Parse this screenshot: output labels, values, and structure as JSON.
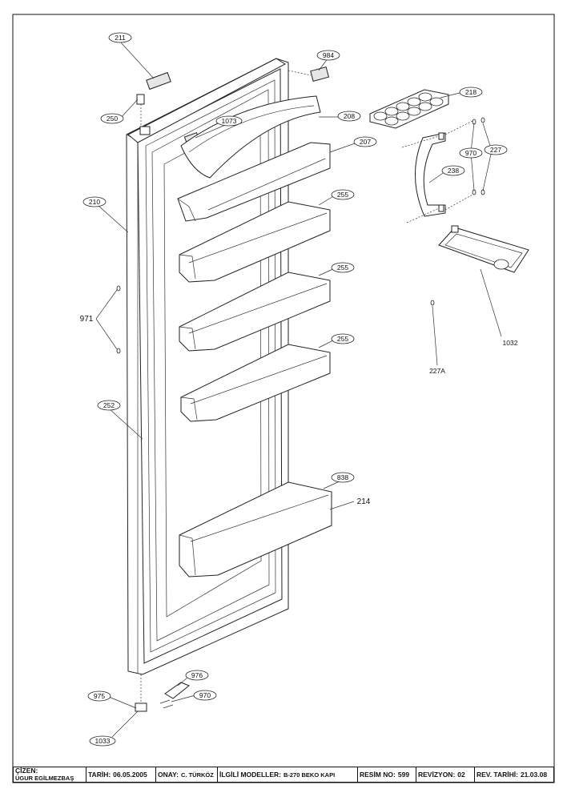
{
  "labels": {
    "p211": "211",
    "p984": "984",
    "p250": "250",
    "p1073": "1073",
    "p208": "208",
    "p218": "218",
    "p207": "207",
    "p970a": "970",
    "p227": "227",
    "p238": "238",
    "p210": "210",
    "p255a": "255",
    "p255b": "255",
    "p255c": "255",
    "p971": "971",
    "p1032": "1032",
    "p227A": "227A",
    "p252": "252",
    "p838": "838",
    "p214": "214",
    "p976": "976",
    "p975": "975",
    "p970b": "970",
    "p1033": "1033"
  },
  "title_block": {
    "cizen_label": "ÇİZEN:",
    "cizen_value": "ÜGUR EGİLMEZBAŞ",
    "tarih_label": "TARİH:",
    "tarih_value": "06.05.2005",
    "onay_label": "ONAY:",
    "onay_value": "C. TÜRKÖZ",
    "modeller_label": "İLGİLİ MODELLER:",
    "modeller_value": "B-270 BEKO KAPI",
    "resim_label": "RESİM NO:",
    "resim_value": "599",
    "revizyon_label": "REVİZYON:",
    "revizyon_value": "02",
    "rev_tarihi_label": "REV. TARİHİ:",
    "rev_tarihi_value": "21.03.08"
  }
}
